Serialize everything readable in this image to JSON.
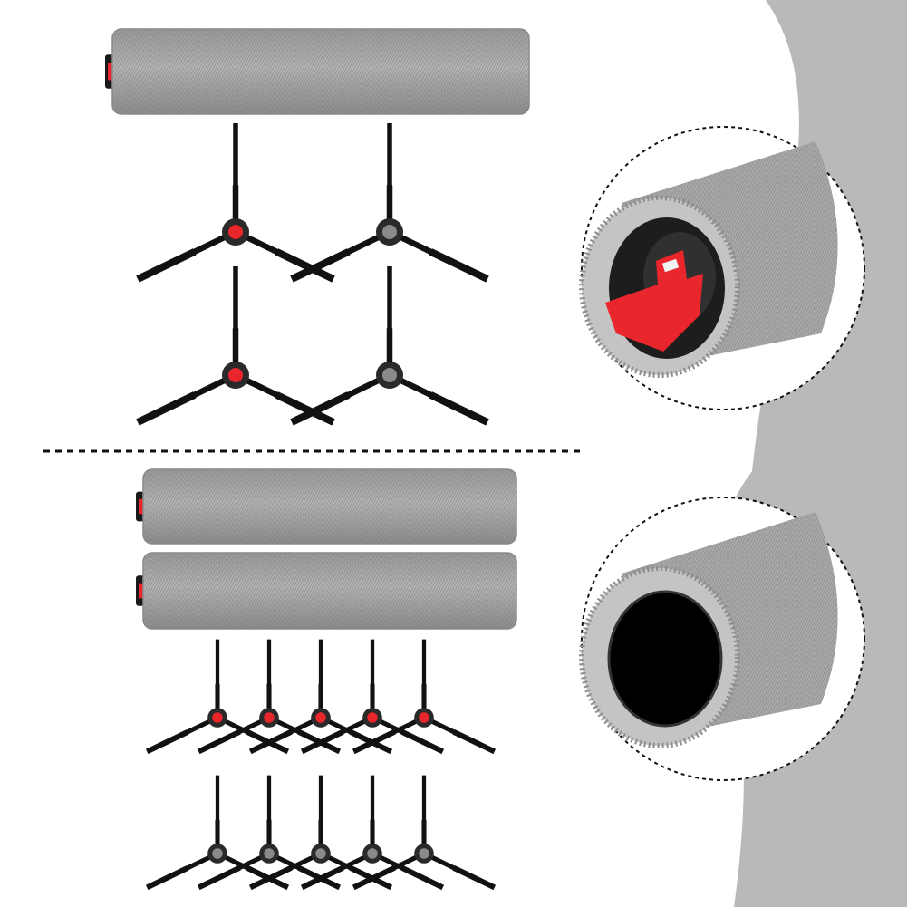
{
  "palette": {
    "background": "#ffffff",
    "backdrop_gray": "#b9b9b9",
    "roller_gray": "#a6a6a6",
    "roller_shade": "#7d7d7d",
    "bristle_black": "#111111",
    "hub_red": "#e8262b",
    "hub_gray": "#8a8a8a",
    "cap_dark": "#1a1a1a"
  },
  "product": {
    "top_set": {
      "rollers": 1,
      "side_brushes": 4
    },
    "bottom_set": {
      "rollers": 2,
      "side_brushes": 10
    },
    "detail_views": [
      "roller-end-with-red-clip",
      "roller-end-open-core"
    ]
  }
}
